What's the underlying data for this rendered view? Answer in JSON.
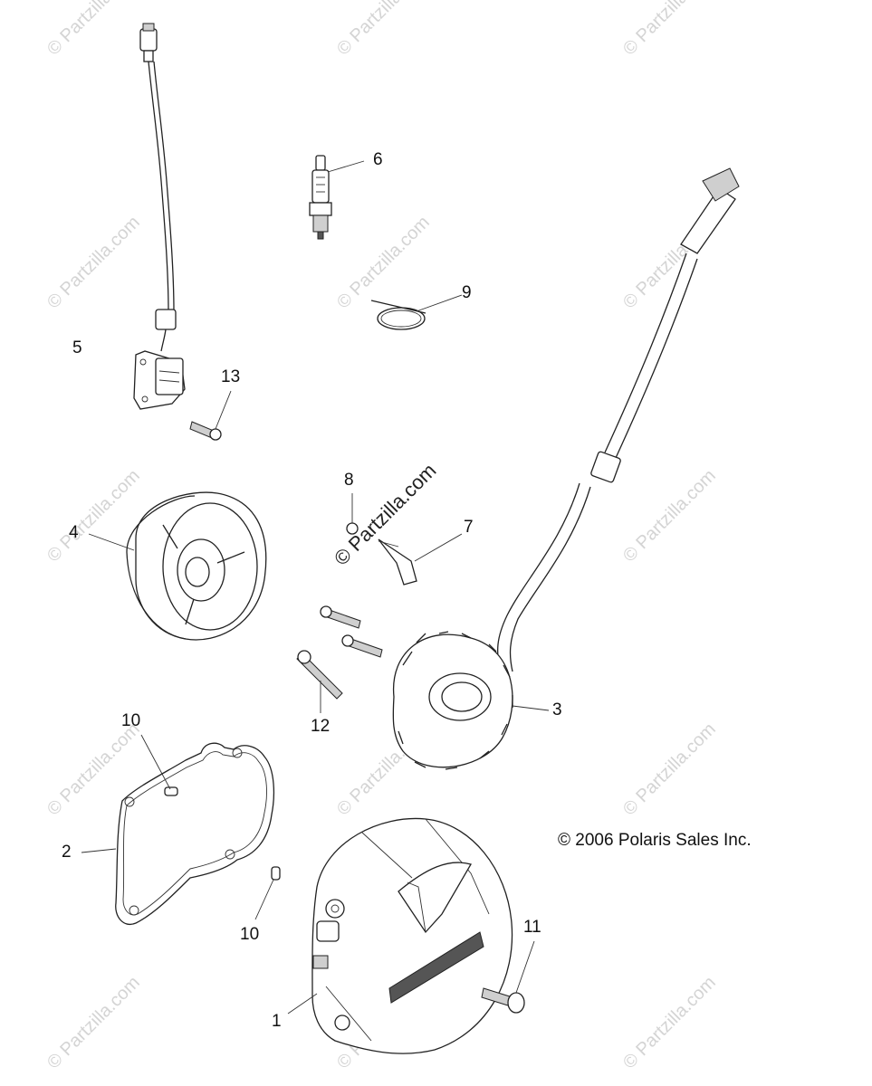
{
  "watermark": "© Partzilla.com",
  "center_watermark": "© Partzilla.com",
  "copyright": "© 2006 Polaris Sales Inc.",
  "callouts": [
    {
      "id": "c1",
      "text": "1"
    },
    {
      "id": "c2",
      "text": "2"
    },
    {
      "id": "c3",
      "text": "3"
    },
    {
      "id": "c4",
      "text": "4"
    },
    {
      "id": "c5",
      "text": "5"
    },
    {
      "id": "c6",
      "text": "6"
    },
    {
      "id": "c7",
      "text": "7"
    },
    {
      "id": "c8",
      "text": "8"
    },
    {
      "id": "c9",
      "text": "9"
    },
    {
      "id": "c10a",
      "text": "10"
    },
    {
      "id": "c10b",
      "text": "10"
    },
    {
      "id": "c11",
      "text": "11"
    },
    {
      "id": "c12",
      "text": "12"
    },
    {
      "id": "c13",
      "text": "13"
    }
  ]
}
